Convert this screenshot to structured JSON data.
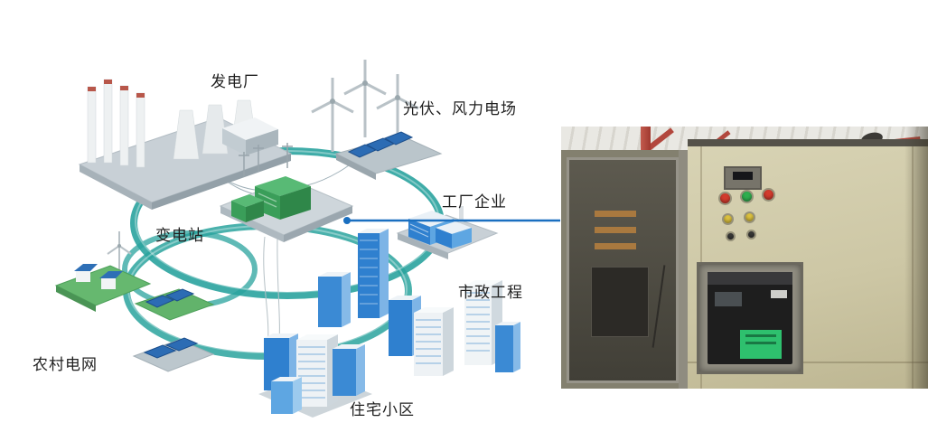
{
  "diagram": {
    "labels": {
      "power_plant": "发电厂",
      "pv_wind_farm": "光伏、风力电场",
      "factory": "工厂企业",
      "substation": "变电站",
      "municipal": "市政工程",
      "rural_grid": "农村电网",
      "residential": "住宅小区"
    },
    "colors": {
      "ring_teal": "#2aa39e",
      "connector_blue": "#1a6fc0",
      "building_blue": "#2f80cf",
      "substation_green": "#3a9e59"
    }
  },
  "photo": {
    "colors": {
      "cabinet_beige": "#cdc7a5",
      "relay_black": "#1e1e1e",
      "relay_label_green": "#2ec06e",
      "indicator_red": "#d23b2d",
      "indicator_green": "#2fae4e",
      "indicator_yellow": "#ddc23e",
      "ceiling_beam_red": "#b2473d"
    }
  }
}
